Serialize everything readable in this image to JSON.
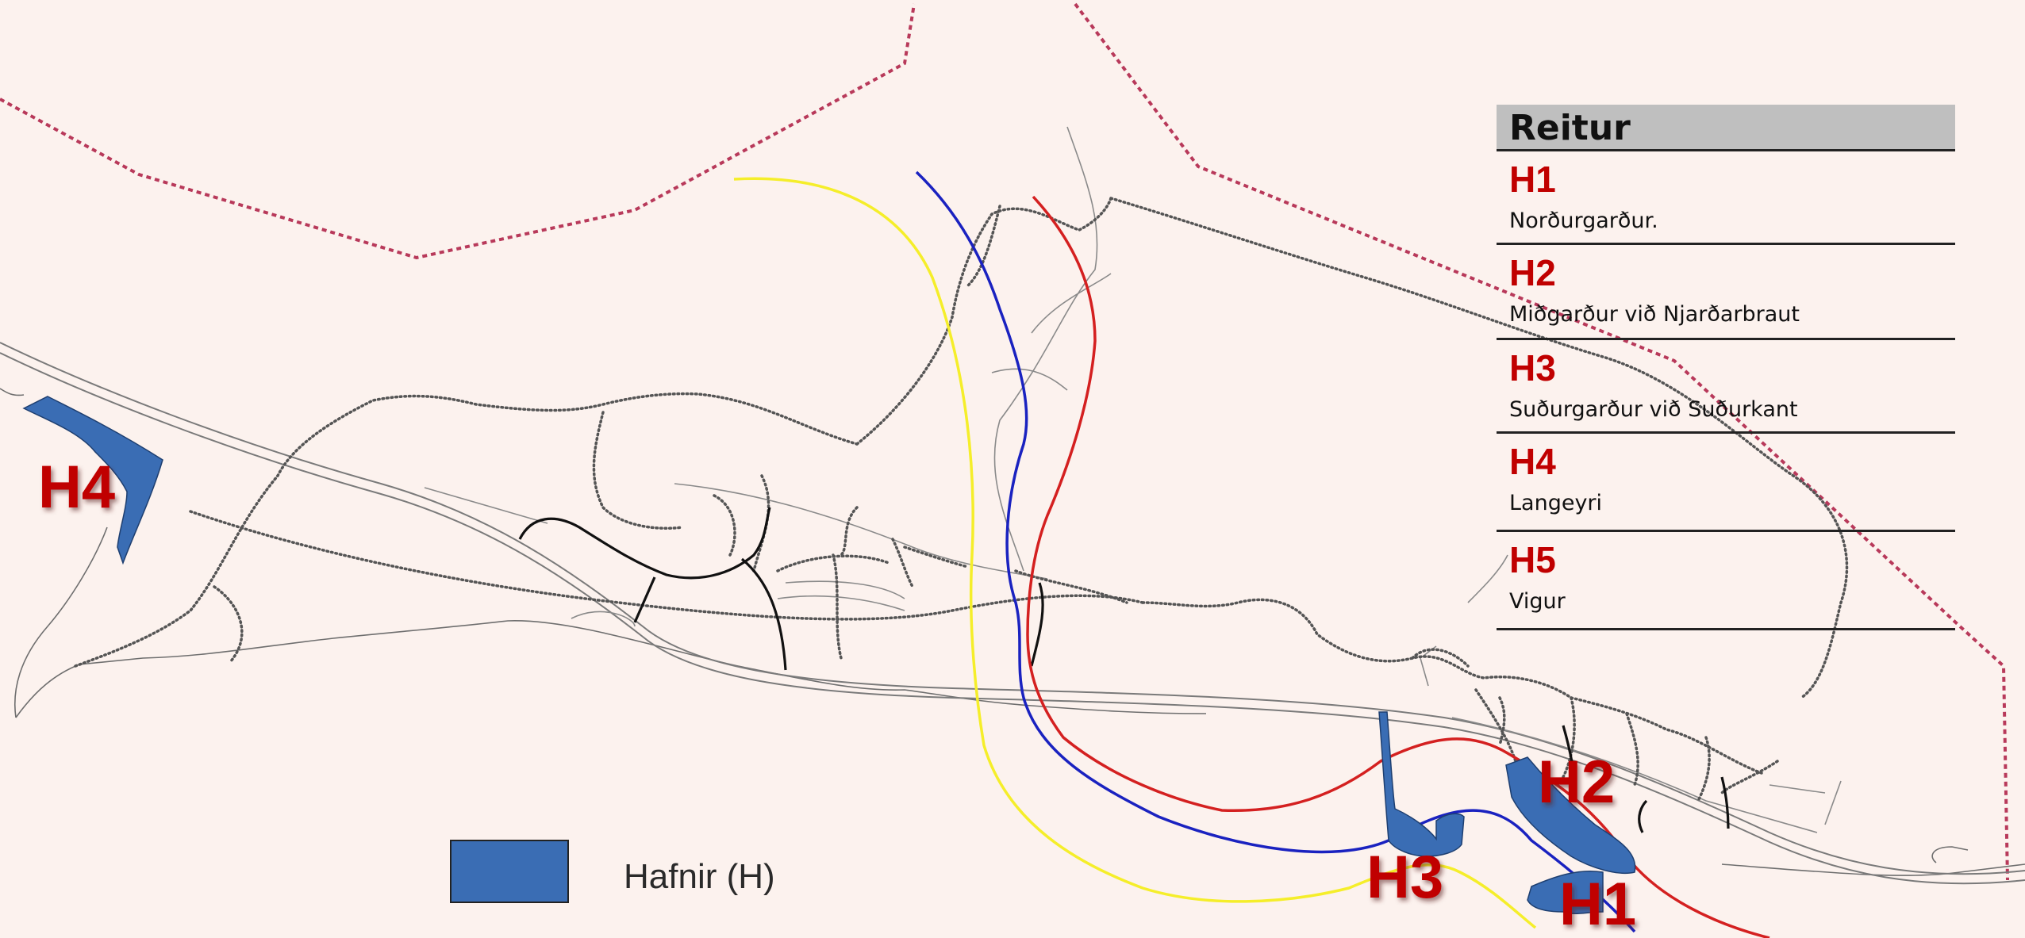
{
  "map": {
    "harbor_color": "#3a6db4",
    "labels": [
      "H4",
      "H3",
      "H2",
      "H1"
    ],
    "line_colors": {
      "yellow_route": "#f5ee2a",
      "blue_route": "#1a22c0",
      "red_route": "#d42020",
      "boundary": "#b8395a"
    }
  },
  "legend": {
    "swatch_color": "#3a6db4",
    "label": "Hafnir (H)"
  },
  "table": {
    "header": "Reitur",
    "rows": [
      {
        "code": "H1",
        "name": "Norðurgarður."
      },
      {
        "code": "H2",
        "name": "Miðgarður við Njarðarbraut"
      },
      {
        "code": "H3",
        "name": "Suðurgarður við Suðurkant"
      },
      {
        "code": "H4",
        "name": "Langeyri"
      },
      {
        "code": "H5",
        "name": "Vigur"
      }
    ]
  }
}
